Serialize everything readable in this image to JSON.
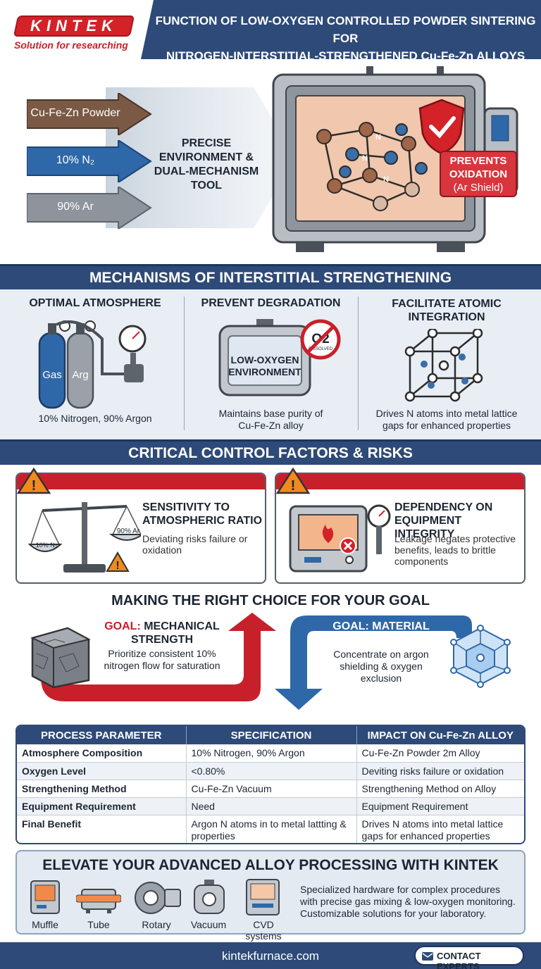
{
  "brand": {
    "logo": "KINTEK",
    "tagline": "Solution for researching"
  },
  "header": {
    "title_line1": "FUNCTION OF LOW-OXYGEN CONTROLLED POWDER SINTERING FOR",
    "title_line2": "NITROGEN-INTERSTITIAL-STRENGTHENED Cu-Fe-Zn ALLOYS"
  },
  "hero": {
    "inputs": [
      "Cu-Fe-Zn Powder",
      "10% N₂",
      "90% Ar"
    ],
    "center_label": [
      "PRECISE",
      "ENVIRONMENT &",
      "DUAL-MECHANISM",
      "TOOL"
    ],
    "atom_label": "N",
    "shield_label": [
      "PREVENTS",
      "OXIDATION",
      "(Ar Shield)"
    ]
  },
  "mechanisms": {
    "title": "MECHANISMS OF INTERSTITIAL STRENGTHENING",
    "cols": [
      {
        "title": "OPTIMAL ATMOSPHERE",
        "caption": "10% Nitrogen, 90% Argon",
        "tank1": "Gas",
        "tank2": "Arg"
      },
      {
        "title": "PREVENT DEGRADATION",
        "caption": [
          "Maintains base purity of",
          "Cu-Fe-Zn alloy"
        ],
        "box": [
          "LOW-OXYGEN",
          "ENVIRONMENT"
        ],
        "o2": "O2",
        "o2_sub": "DISSOLVED"
      },
      {
        "title": [
          "FACILITATE ATOMIC",
          "INTEGRATION"
        ],
        "caption": [
          "Drives N atoms into metal lattice",
          "gaps for enhanced properties"
        ]
      }
    ]
  },
  "risks": {
    "title": "CRITICAL CONTROL FACTORS & RISKS",
    "cards": [
      {
        "title": [
          "SENSITIVITY TO",
          "ATMOSPHERIC RATIO"
        ],
        "desc": [
          "Deviating risks failure or",
          "oxidation"
        ],
        "pan_left": "10% N₂",
        "pan_right": "90% Ar"
      },
      {
        "title": [
          "DEPENDENCY ON",
          "EQUIPMENT INTEGRITY"
        ],
        "desc": [
          "Leakage negates protective",
          "benefits, leads to brittle",
          "components"
        ]
      }
    ]
  },
  "choice": {
    "title": "MAKING THE RIGHT CHOICE FOR YOUR GOAL",
    "left": {
      "goal": "GOAL:",
      "title1": "MECHANICAL",
      "title2": "STRENGTH",
      "desc": [
        "Prioritize consistent 10%",
        "nitrogen flow for saturation"
      ]
    },
    "right": {
      "title1": "GOAL: MATERIAL",
      "title2": "PURITY",
      "desc": [
        "Concentrate on argon",
        "shielding & oxygen",
        "exclusion"
      ]
    }
  },
  "table": {
    "headers": [
      "PROCESS PARAMETER",
      "SPECIFICATION",
      "IMPACT ON Cu-Fe-Zn ALLOY"
    ],
    "rows": [
      [
        "Atmosphere Composition",
        "10% Nitrogen, 90% Argon",
        "Cu-Fe-Zn Powder 2m Alloy"
      ],
      [
        "Oxygen Level",
        "<0.80%",
        "Deviting risks failure or oxidation"
      ],
      [
        "Strengthening Method",
        "Cu-Fe-Zn Vacuum",
        "Strengthening Method on Alloy"
      ],
      [
        "Equipment Requirement",
        "Need",
        "Equipment Requirement"
      ],
      [
        "Final Benefit",
        "Argon N atoms in to metal lattting & properties",
        "Drives N atoms into metal lattice gaps for enhanced properties"
      ]
    ]
  },
  "cta": {
    "title": "ELEVATE YOUR ADVANCED ALLOY PROCESSING WITH KINTEK",
    "products": [
      "Muffle",
      "Tube",
      "Rotary",
      "Vacuum",
      "CVD systems"
    ],
    "desc": [
      "Specialized hardware for complex procedures",
      "with precise gas mixing & low-oxygen monitoring.",
      "Customizable solutions for your laboratory."
    ]
  },
  "footer": {
    "url": "kintekfurnace.com",
    "button": "CONTACT EXPERTS"
  }
}
